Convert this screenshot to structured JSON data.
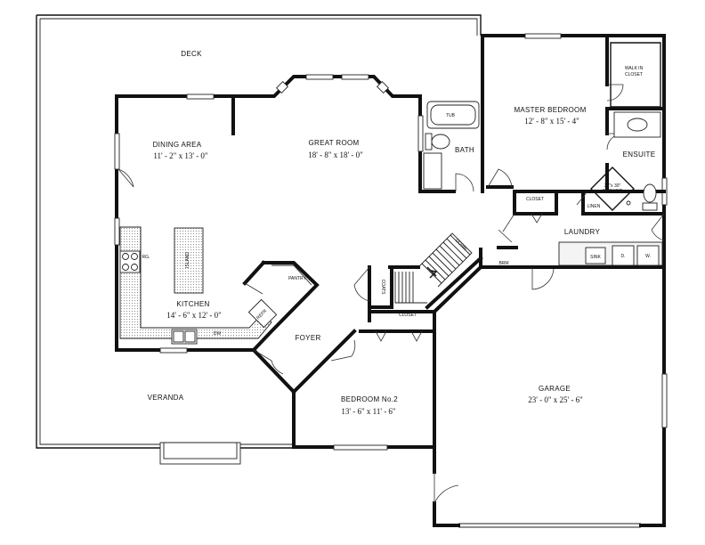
{
  "rooms": {
    "deck": {
      "name": "DECK"
    },
    "dining": {
      "name": "DINING AREA",
      "size": "11' - 2\" x 13' - 0\""
    },
    "great_room": {
      "name": "GREAT ROOM",
      "size": "18' - 8\" x 18' - 0\""
    },
    "bath": {
      "name": "BATH",
      "tub": "TUB"
    },
    "master": {
      "name": "MASTER BEDROOM",
      "size": "12' - 8\" x 15' - 4\""
    },
    "walk_in": {
      "line1": "WALK IN",
      "line2": "CLOSET"
    },
    "ensuite": {
      "name": "ENSUITE",
      "shower_line1": "30\"x 30\"",
      "shower_line2": "SHOWER"
    },
    "closet_upper": {
      "name": "CLOSET"
    },
    "linen": {
      "name": "LINEN"
    },
    "laundry": {
      "name": "LAUNDRY",
      "sink": "SINK",
      "dryer": "D.",
      "washer": "W."
    },
    "kitchen": {
      "name": "KITCHEN",
      "size": "14' - 6\" x 12' - 0\"",
      "island": "ISLAND",
      "range": "RG.",
      "dishwasher": "DW",
      "fridge": "REFR",
      "pantry": "PANTRY"
    },
    "foyer": {
      "name": "FOYER",
      "coats": "COATS"
    },
    "stairs": {
      "down": "DOWN",
      "brm": "BRM"
    },
    "closet_lower": {
      "name": "CLOSET"
    },
    "bedroom2": {
      "name": "BEDROOM No.2",
      "size": "13' - 6\" x 11' - 6\""
    },
    "veranda": {
      "name": "VERANDA"
    },
    "garage": {
      "name": "GARAGE",
      "size": "23' - 0\" x 25' - 6\""
    }
  }
}
